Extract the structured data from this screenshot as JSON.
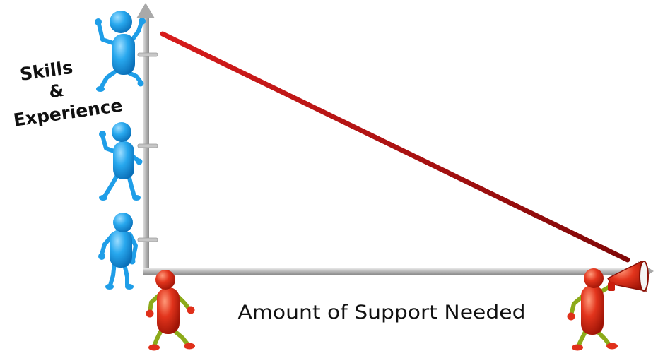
{
  "diagram": {
    "y_axis_label_lines": [
      "Skills",
      "&",
      "Experience"
    ],
    "x_axis_label": "Amount of Support Needed"
  },
  "colors": {
    "axis": "#b9b9b9",
    "axis_shadow": "#8e8e8e",
    "trend_line": "#b01010",
    "blue_figure": "#22a6ee",
    "blue_figure_dark": "#0b78c4",
    "red_figure": "#e0301a",
    "red_figure_dark": "#a81608",
    "limb_green": "#8caa1a",
    "megaphone": "#e0301a"
  },
  "icons": [
    "blue-figure-icon",
    "red-figure-icon",
    "megaphone-icon"
  ]
}
